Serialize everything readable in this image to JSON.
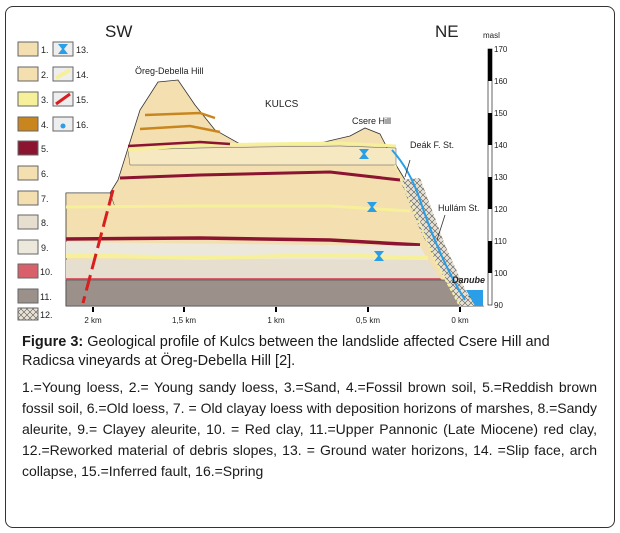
{
  "figure": {
    "direction_left": "SW",
    "direction_right": "NE",
    "place_labels": {
      "hill1": "Öreg-Debella Hill",
      "town": "KULCS",
      "hill2": "Csere Hill",
      "street1": "Deák F. St.",
      "street2": "Hullám St.",
      "river": "Danube"
    },
    "elevation_axis": {
      "unit": "masl",
      "ticks": [
        "170",
        "160",
        "150",
        "140",
        "130",
        "120",
        "110",
        "100",
        "90"
      ]
    },
    "distance_axis": {
      "ticks": [
        "2 km",
        "1,5 km",
        "1 km",
        "0,5 km",
        "0 km"
      ]
    },
    "legend_numbers": [
      "1.",
      "2.",
      "3.",
      "4.",
      "5.",
      "6.",
      "7.",
      "8.",
      "9.",
      "10.",
      "11.",
      "12.",
      "13.",
      "14.",
      "15.",
      "16."
    ],
    "colors": {
      "loess": "#f3dfb0",
      "sand": "#f7f09a",
      "fossil_soil": "#c9861f",
      "reddish_soil": "#8b1530",
      "aleurite": "#e6dfd0",
      "red_clay": "#d8606a",
      "pannonian": "#9b918a",
      "water": "#2a9ee6",
      "fault": "#d81e1e"
    }
  },
  "caption": {
    "label": "Figure 3:",
    "text": " Geological profile of Kulcs between the landslide affected Csere Hill and Radicsa vineyards at Öreg-Debella Hill [2]."
  },
  "legend_text": "1.=Young loess, 2.= Young sandy loess, 3.=Sand, 4.=Fossil brown soil, 5.=Reddish brown fossil soil, 6.=Old loess, 7. = Old clayay loess with deposition horizons of marshes, 8.=Sandy aleurite, 9.= Clayey aleurite, 10. = Red clay, 11.=Upper Pannonic (Late Miocene) red clay, 12.=Reworked material of debris slopes, 13. = Ground water horizons, 14. =Slip face, arch collapse, 15.=Inferred fault, 16.=Spring"
}
